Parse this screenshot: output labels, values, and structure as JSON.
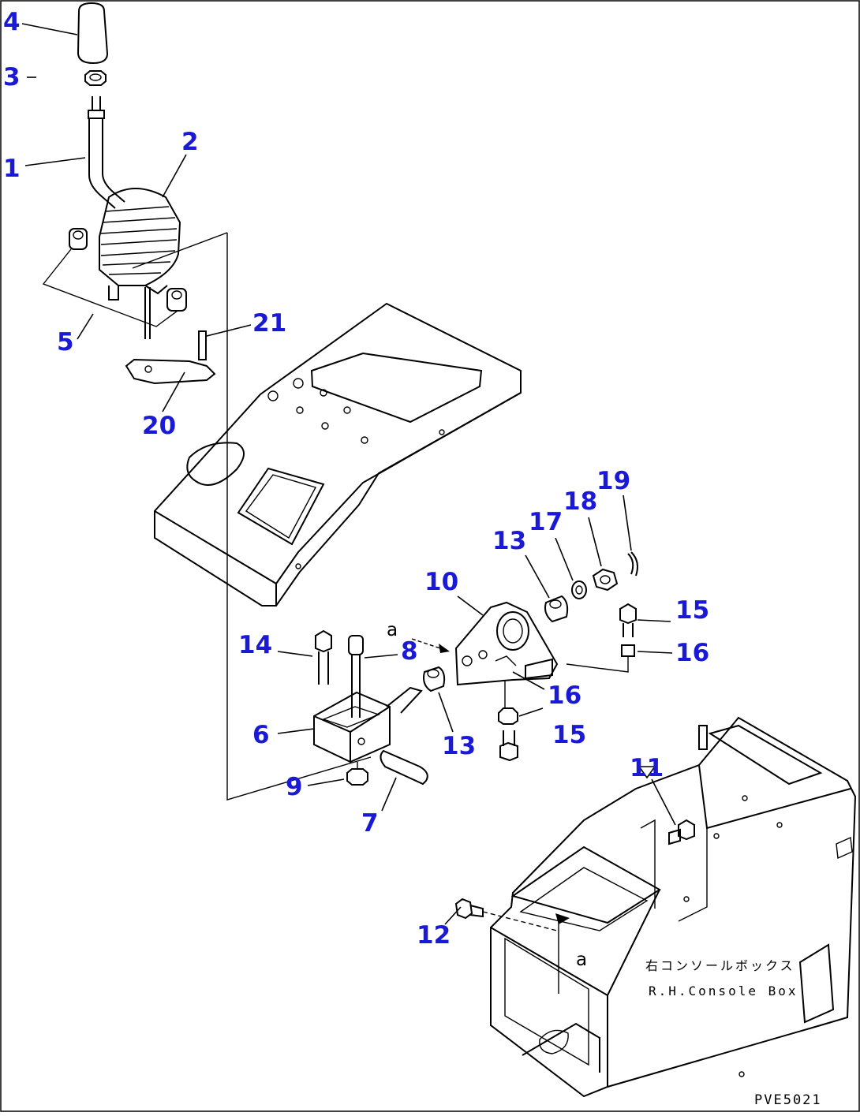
{
  "callouts": [
    {
      "id": "c4",
      "text": "4"
    },
    {
      "id": "c3",
      "text": "3"
    },
    {
      "id": "c1",
      "text": "1"
    },
    {
      "id": "c2",
      "text": "2"
    },
    {
      "id": "c5",
      "text": "5"
    },
    {
      "id": "c21",
      "text": "21"
    },
    {
      "id": "c20",
      "text": "20"
    },
    {
      "id": "c19",
      "text": "19"
    },
    {
      "id": "c18",
      "text": "18"
    },
    {
      "id": "c17",
      "text": "17"
    },
    {
      "id": "c13a",
      "text": "13"
    },
    {
      "id": "c10",
      "text": "10"
    },
    {
      "id": "c15a",
      "text": "15"
    },
    {
      "id": "c16a",
      "text": "16"
    },
    {
      "id": "c14",
      "text": "14"
    },
    {
      "id": "c8",
      "text": "8"
    },
    {
      "id": "c16b",
      "text": "16"
    },
    {
      "id": "c6",
      "text": "6"
    },
    {
      "id": "c13b",
      "text": "13"
    },
    {
      "id": "c15b",
      "text": "15"
    },
    {
      "id": "c9",
      "text": "9"
    },
    {
      "id": "c7",
      "text": "7"
    },
    {
      "id": "c11",
      "text": "11"
    },
    {
      "id": "c12",
      "text": "12"
    }
  ],
  "view_labels": {
    "arrow_a_top": "a",
    "arrow_a_bottom": "a"
  },
  "console_note": {
    "japanese": "右コンソールボックス",
    "english": "R.H.Console Box"
  },
  "drawing_code": "PVE5021",
  "colors": {
    "callout": "#1a1ad6",
    "line": "#000000",
    "background": "#ffffff"
  }
}
